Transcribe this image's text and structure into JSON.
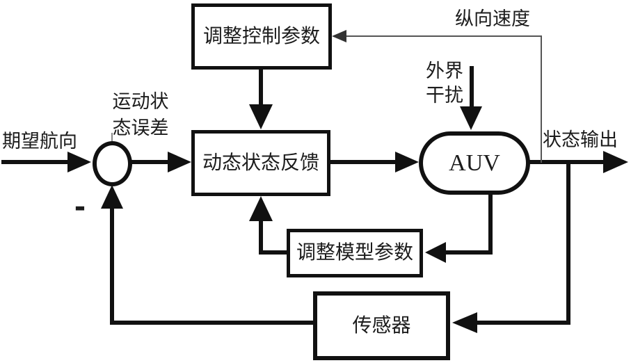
{
  "diagram": {
    "title_hint": "AUV heading control block diagram",
    "colors": {
      "background": "#ffffff",
      "line": "#111111",
      "thin_line": "#555555",
      "text": "#1c1c1c"
    },
    "nodes": {
      "adjust_control": "调整控制参数",
      "dynamic_feedback": "动态状态反馈",
      "plant": "AUV",
      "adjust_model": "调整模型参数",
      "sensor": "传感器"
    },
    "labels": {
      "input": "期望航向",
      "error_line1": "运动状",
      "error_line2": "态误差",
      "speed_feedback": "纵向速度",
      "disturbance_line1": "外界",
      "disturbance_line2": "干扰",
      "output": "状态输出",
      "minus": "-"
    }
  }
}
